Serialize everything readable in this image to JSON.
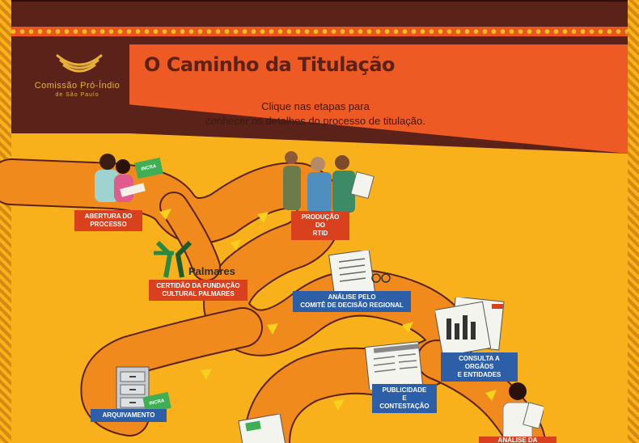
{
  "logo": {
    "name": "Comissão Pró-Índio",
    "sub": "de São Paulo"
  },
  "header": {
    "title": "O Caminho da Titulação",
    "instruction_line1": "Clique nas etapas para",
    "instruction_line2": "conhecer os detalhes do processo de titulação."
  },
  "stages": {
    "abertura": {
      "line1": "ABERTURA DO",
      "line2": "PROCESSO"
    },
    "producao": {
      "line1": "PRODUÇÃO DO",
      "line2": "RTID"
    },
    "certidao": {
      "line1": "CERTIDÃO DA FUNDAÇÃO",
      "line2": "CULTURAL PALMARES"
    },
    "analise": {
      "line1": "ANÁLISE PELO",
      "line2": "COMITÊ DE DECISÃO REGIONAL"
    },
    "consulta": {
      "line1": "CONSULTA A ORGÃOS",
      "line2": "E ENTIDADES"
    },
    "publicidade": {
      "line1": "PUBLICIDADE",
      "line2": "E CONTESTAÇÃO"
    },
    "arquivamento": {
      "line1": "ARQUIVAMENTO"
    },
    "analise_situacao": {
      "line1": "ANÁLISE DA SITUAÇÃO"
    }
  },
  "palmares_label": "Palmares",
  "badge_text": "INCRA",
  "colors": {
    "brown": "#5a2218",
    "orange_banner": "#ee5a23",
    "yellow_field": "#f9b11b",
    "path": "#f08a1c",
    "tag_red": "#d8401e",
    "tag_blue": "#2d5ea8",
    "logo_gold": "#e8b23a"
  }
}
